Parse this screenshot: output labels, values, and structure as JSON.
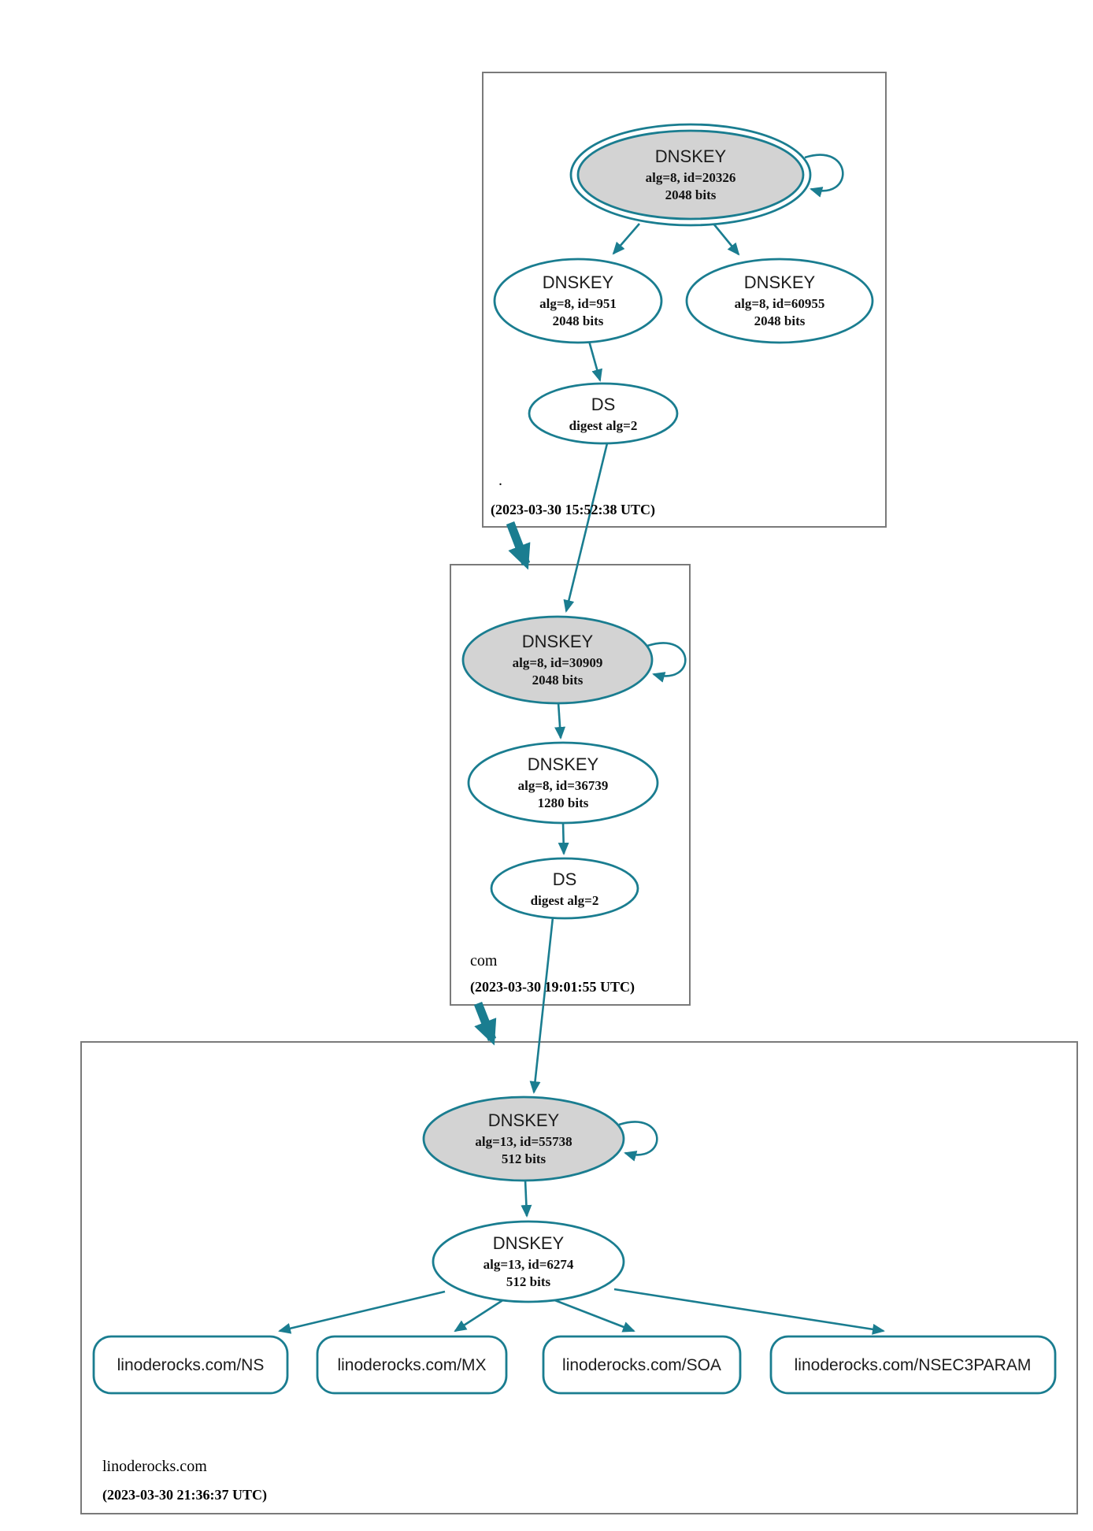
{
  "diagram": {
    "kind": "dnssec-authentication-chain",
    "colors": {
      "edge": "#1a7d90",
      "ksk_fill": "#d3d3d3",
      "node_fill": "#ffffff",
      "zone_border": "#7a7a7a",
      "text": "#141414"
    },
    "zones": {
      "root": {
        "name": ".",
        "timestamp": "(2023-03-30 15:52:38 UTC)"
      },
      "com": {
        "name": "com",
        "timestamp": "(2023-03-30 19:01:55 UTC)"
      },
      "linoderocks": {
        "name": "linoderocks.com",
        "timestamp": "(2023-03-30 21:36:37 UTC)"
      }
    },
    "nodes": {
      "root_ksk": {
        "title": "DNSKEY",
        "detail": "alg=8, id=20326",
        "size": "2048 bits"
      },
      "root_zsk1": {
        "title": "DNSKEY",
        "detail": "alg=8, id=951",
        "size": "2048 bits"
      },
      "root_zsk2": {
        "title": "DNSKEY",
        "detail": "alg=8, id=60955",
        "size": "2048 bits"
      },
      "root_ds": {
        "title": "DS",
        "detail": "digest alg=2"
      },
      "com_ksk": {
        "title": "DNSKEY",
        "detail": "alg=8, id=30909",
        "size": "2048 bits"
      },
      "com_zsk": {
        "title": "DNSKEY",
        "detail": "alg=8, id=36739",
        "size": "1280 bits"
      },
      "com_ds": {
        "title": "DS",
        "detail": "digest alg=2"
      },
      "lino_ksk": {
        "title": "DNSKEY",
        "detail": "alg=13, id=55738",
        "size": "512 bits"
      },
      "lino_zsk": {
        "title": "DNSKEY",
        "detail": "alg=13, id=6274",
        "size": "512 bits"
      }
    },
    "rrsets": {
      "ns": "linoderocks.com/NS",
      "mx": "linoderocks.com/MX",
      "soa": "linoderocks.com/SOA",
      "nsec3param": "linoderocks.com/NSEC3PARAM"
    }
  }
}
